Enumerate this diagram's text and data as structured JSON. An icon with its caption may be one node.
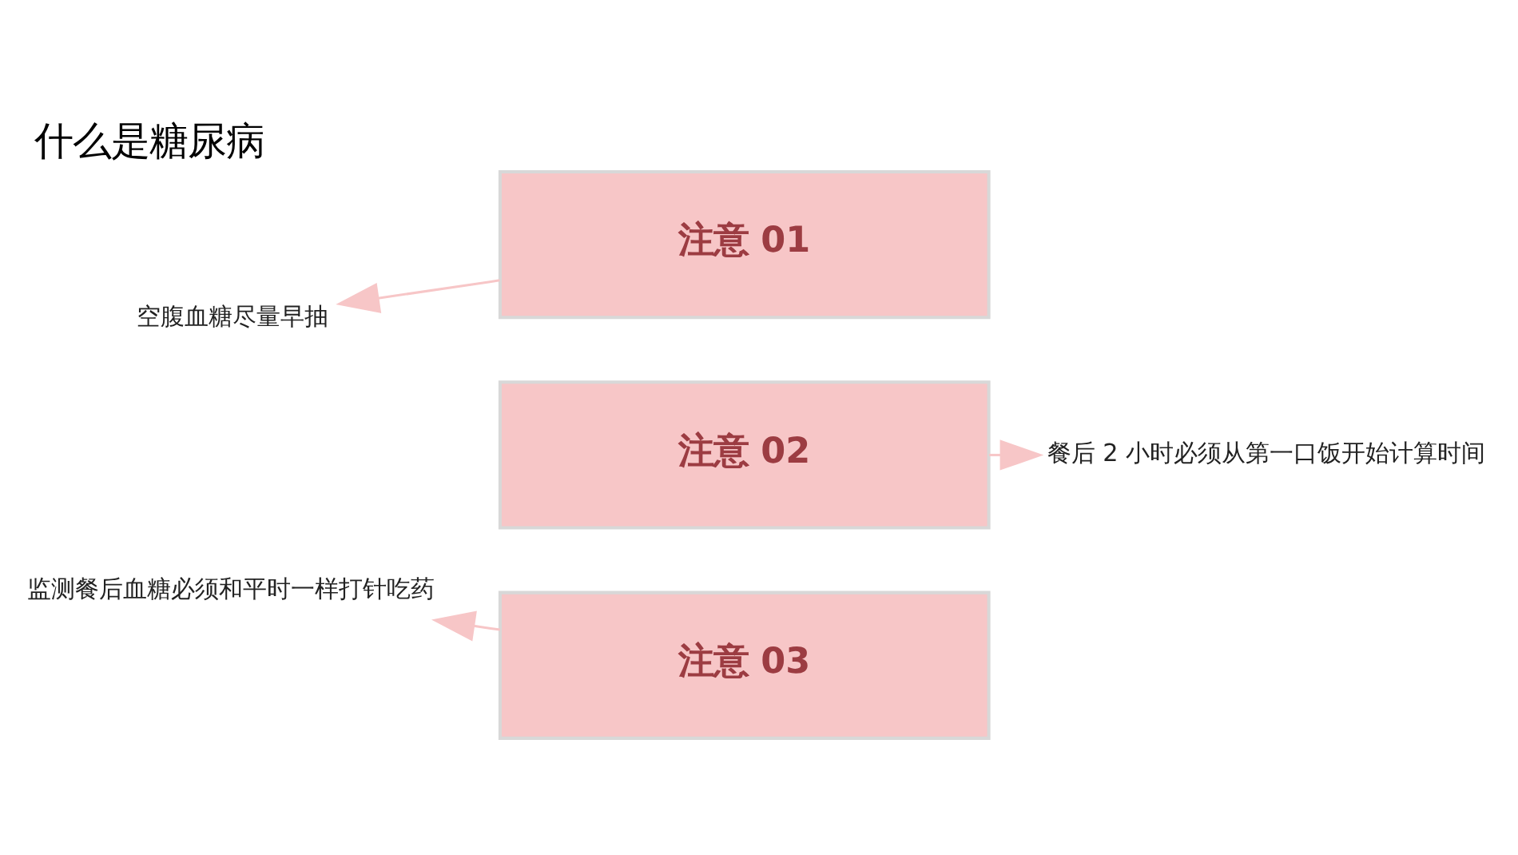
{
  "diagram": {
    "title": "什么是糖尿病",
    "nodes": [
      {
        "text": [
          "注意 01"
        ]
      },
      {
        "text": [
          "空腹血糖尽量早抽"
        ]
      },
      {
        "text": [
          "注意 02"
        ]
      },
      {
        "text": [
          "餐后 2 小时必须从第一口饭开始计算时间"
        ]
      },
      {
        "text": [
          "注意 03"
        ]
      },
      {
        "text": [
          "监测餐后血糖必须和平时一样打针吃药"
        ]
      }
    ],
    "edges": [
      {
        "from": 0,
        "to": 1,
        "arrow": "to"
      },
      {
        "from": 2,
        "to": 3,
        "arrow": "to"
      },
      {
        "from": 4,
        "to": 5,
        "arrow": "to"
      }
    ]
  }
}
